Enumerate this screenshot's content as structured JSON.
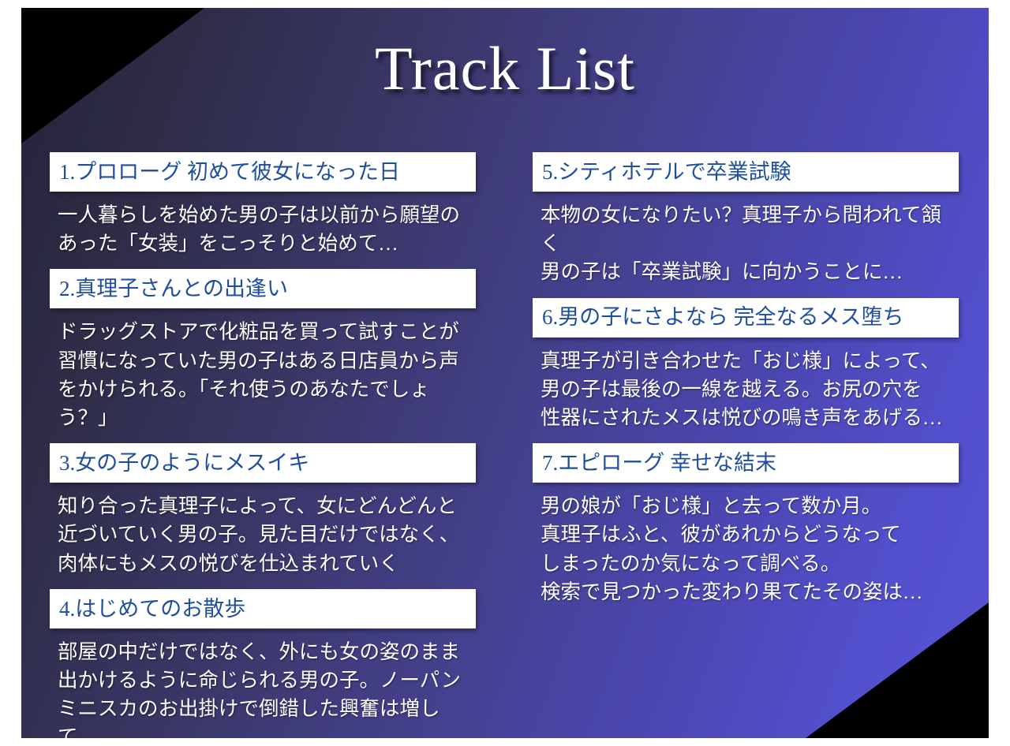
{
  "header": {
    "title": "Track List"
  },
  "colors": {
    "frame": "#ffffff",
    "corner_cut": "#000000",
    "gradient_start": "#24233a",
    "gradient_end": "#5754d6",
    "track_header_bg": "#ffffff",
    "track_title_text": "#1f4e9c",
    "description_text": "#ffffff"
  },
  "columns": {
    "left": {
      "tracks": [
        {
          "number": "1.",
          "title": "1.プロローグ 初めて彼女になった日",
          "description": "一人暮らしを始めた男の子は以前から願望の\nあった「女装」をこっそりと始めて…"
        },
        {
          "number": "2.",
          "title": "2.真理子さんとの出逢い",
          "description": "ドラッグストアで化粧品を買って試すことが\n習慣になっていた男の子はある日店員から声\nをかけられる。「それ使うのあなたでしょう？」"
        },
        {
          "number": "3.",
          "title": "3.女の子のようにメスイキ",
          "description": "知り合った真理子によって、女にどんどんと\n近づいていく男の子。見た目だけではなく、\n肉体にもメスの悦びを仕込まれていく"
        },
        {
          "number": "4.",
          "title": "4.はじめてのお散歩",
          "description": "部屋の中だけではなく、外にも女の姿のまま\n出かけるように命じられる男の子。ノーパン\nミニスカのお出掛けで倒錯した興奮は増して…"
        }
      ]
    },
    "right": {
      "tracks": [
        {
          "number": "5.",
          "title": "5.シティホテルで卒業試験",
          "description": "本物の女になりたい？真理子から問われて頷く\n男の子は「卒業試験」に向かうことに…"
        },
        {
          "number": "6.",
          "title": "6.男の子にさよなら 完全なるメス堕ち",
          "description": "真理子が引き合わせた「おじ様」によって、\n男の子は最後の一線を越える。お尻の穴を\n性器にされたメスは悦びの鳴き声をあげる…"
        },
        {
          "number": "7.",
          "title": "7.エピローグ 幸せな結末",
          "description": "男の娘が「おじ様」と去って数か月。\n真理子はふと、彼があれからどうなって\nしまったのか気になって調べる。\n検索で見つかった変わり果てたその姿は…"
        }
      ]
    }
  }
}
